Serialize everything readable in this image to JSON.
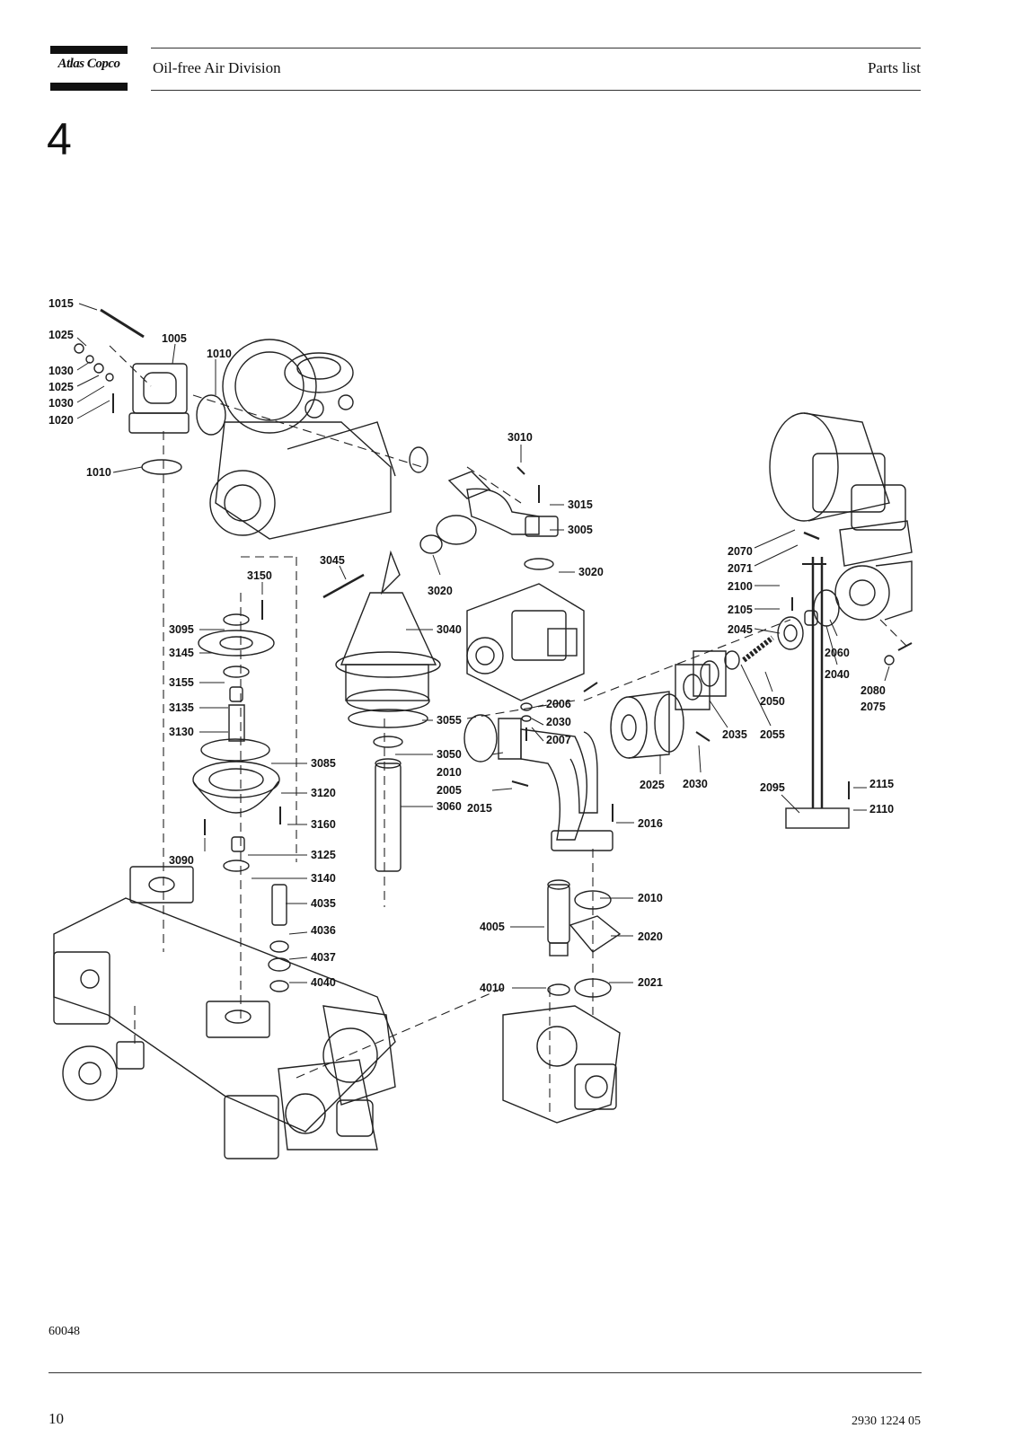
{
  "header": {
    "logo_text": "Atlas Copco",
    "title": "Oil-free Air Division",
    "right": "Parts list"
  },
  "section_number": "4",
  "drawing": {
    "figure_number": "60048",
    "callouts": [
      "1015",
      "1025",
      "1005",
      "1010",
      "1030",
      "1025",
      "1030",
      "1020",
      "1010",
      "3010",
      "3015",
      "3005",
      "3045",
      "3020",
      "3020",
      "3150",
      "3095",
      "3040",
      "3145",
      "3155",
      "3135",
      "3130",
      "3085",
      "3120",
      "3160",
      "3090",
      "3125",
      "3140",
      "4035",
      "4036",
      "4037",
      "4040",
      "3055",
      "3050",
      "3060",
      "2006",
      "2030",
      "2007",
      "2010",
      "2005",
      "2015",
      "2016",
      "2010",
      "2020",
      "2021",
      "4005",
      "4010",
      "2070",
      "2071",
      "2100",
      "2105",
      "2045",
      "2060",
      "2040",
      "2080",
      "2075",
      "2050",
      "2055",
      "2035",
      "2030",
      "2025",
      "2095",
      "2115",
      "2110"
    ]
  },
  "footer": {
    "page_number": "10",
    "doc_number": "2930 1224 05"
  }
}
